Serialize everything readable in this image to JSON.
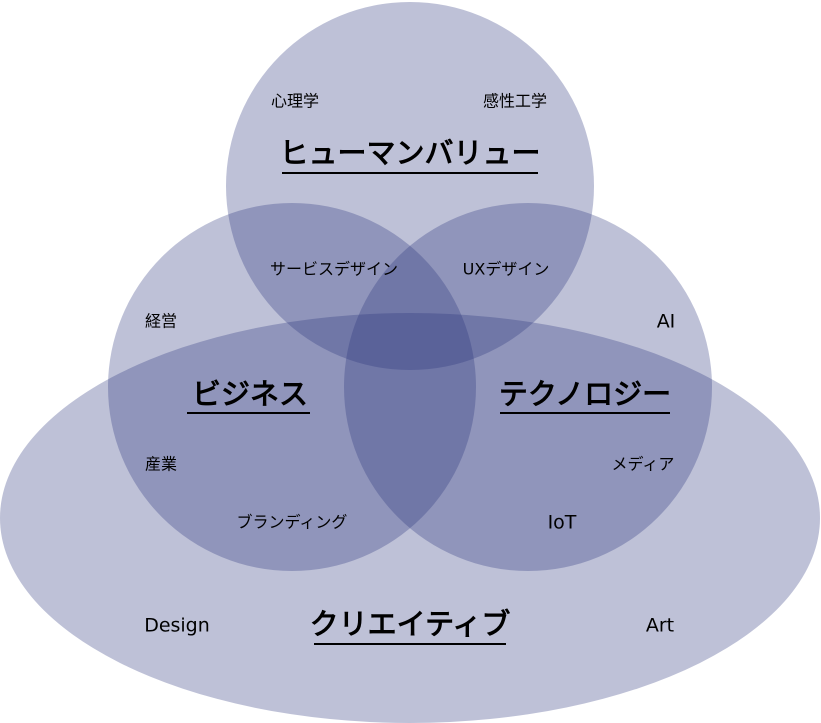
{
  "diagram": {
    "colors": {
      "area_fill": "#28337a",
      "background": "#ffffff",
      "text": "#000000"
    },
    "areas": {
      "human_value": {
        "label": "ヒューマンバリュー"
      },
      "business": {
        "label": "ビジネス"
      },
      "technology": {
        "label": "テクノロジー"
      },
      "creative": {
        "label": "クリエイティブ"
      }
    },
    "topics": {
      "psychology": "心理学",
      "kansei_engineering": "感性工学",
      "service_design": "サービスデザイン",
      "ux_design": "UXデザイン",
      "management": "経営",
      "ai": "AI",
      "industry": "産業",
      "media": "メディア",
      "branding": "ブランディング",
      "iot": "IoT",
      "design": "Design",
      "art": "Art"
    }
  }
}
